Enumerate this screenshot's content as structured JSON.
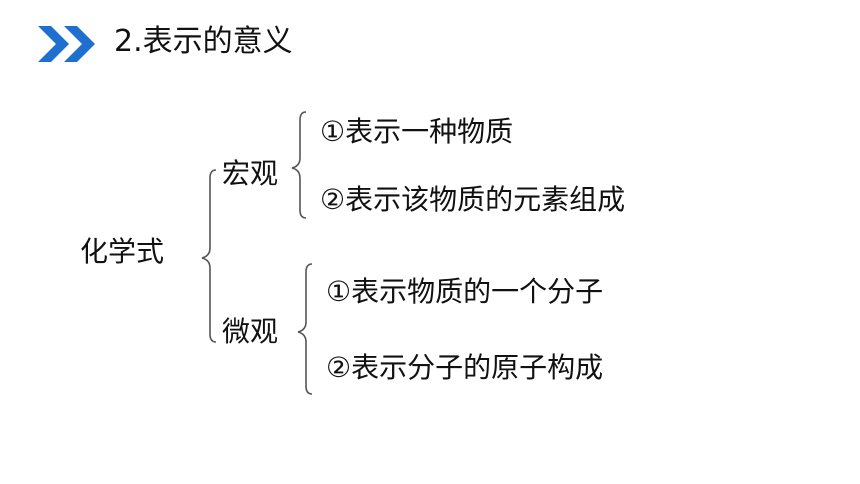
{
  "header": {
    "icon": "double-chevron-right-icon",
    "accent_color": "#1E6FD0",
    "title": "2.表示的意义"
  },
  "diagram": {
    "root": "化学式",
    "branches": [
      {
        "label": "宏观",
        "items": [
          "①表示一种物质",
          "②表示该物质的元素组成"
        ]
      },
      {
        "label": "微观",
        "items": [
          "①表示物质的一个分子",
          "②表示分子的原子构成"
        ]
      }
    ]
  }
}
